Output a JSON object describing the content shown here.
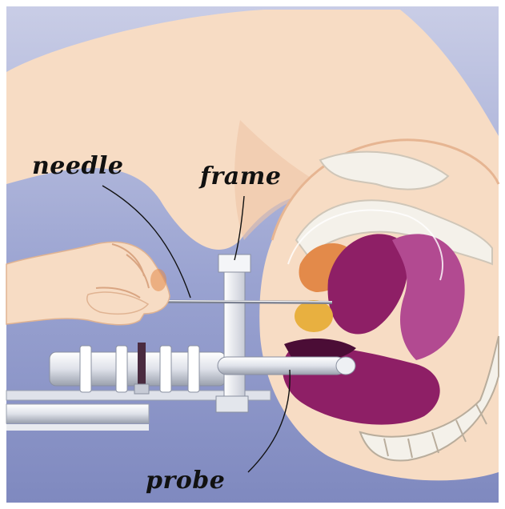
{
  "labels": {
    "needle": "needle",
    "frame": "frame",
    "probe": "probe"
  },
  "colors": {
    "background_blue": "#8e98c9",
    "skin": "#f7dcc4",
    "skin_shadow": "#efc4a6",
    "organ_magenta": "#8e1f66",
    "organ_purple": "#b24a91",
    "organ_orange": "#e38a4a",
    "organ_yellow": "#e8b040",
    "device_white": "#eef0f4",
    "device_gray": "#9aa0ad",
    "bone_white": "#f4f1ea"
  }
}
